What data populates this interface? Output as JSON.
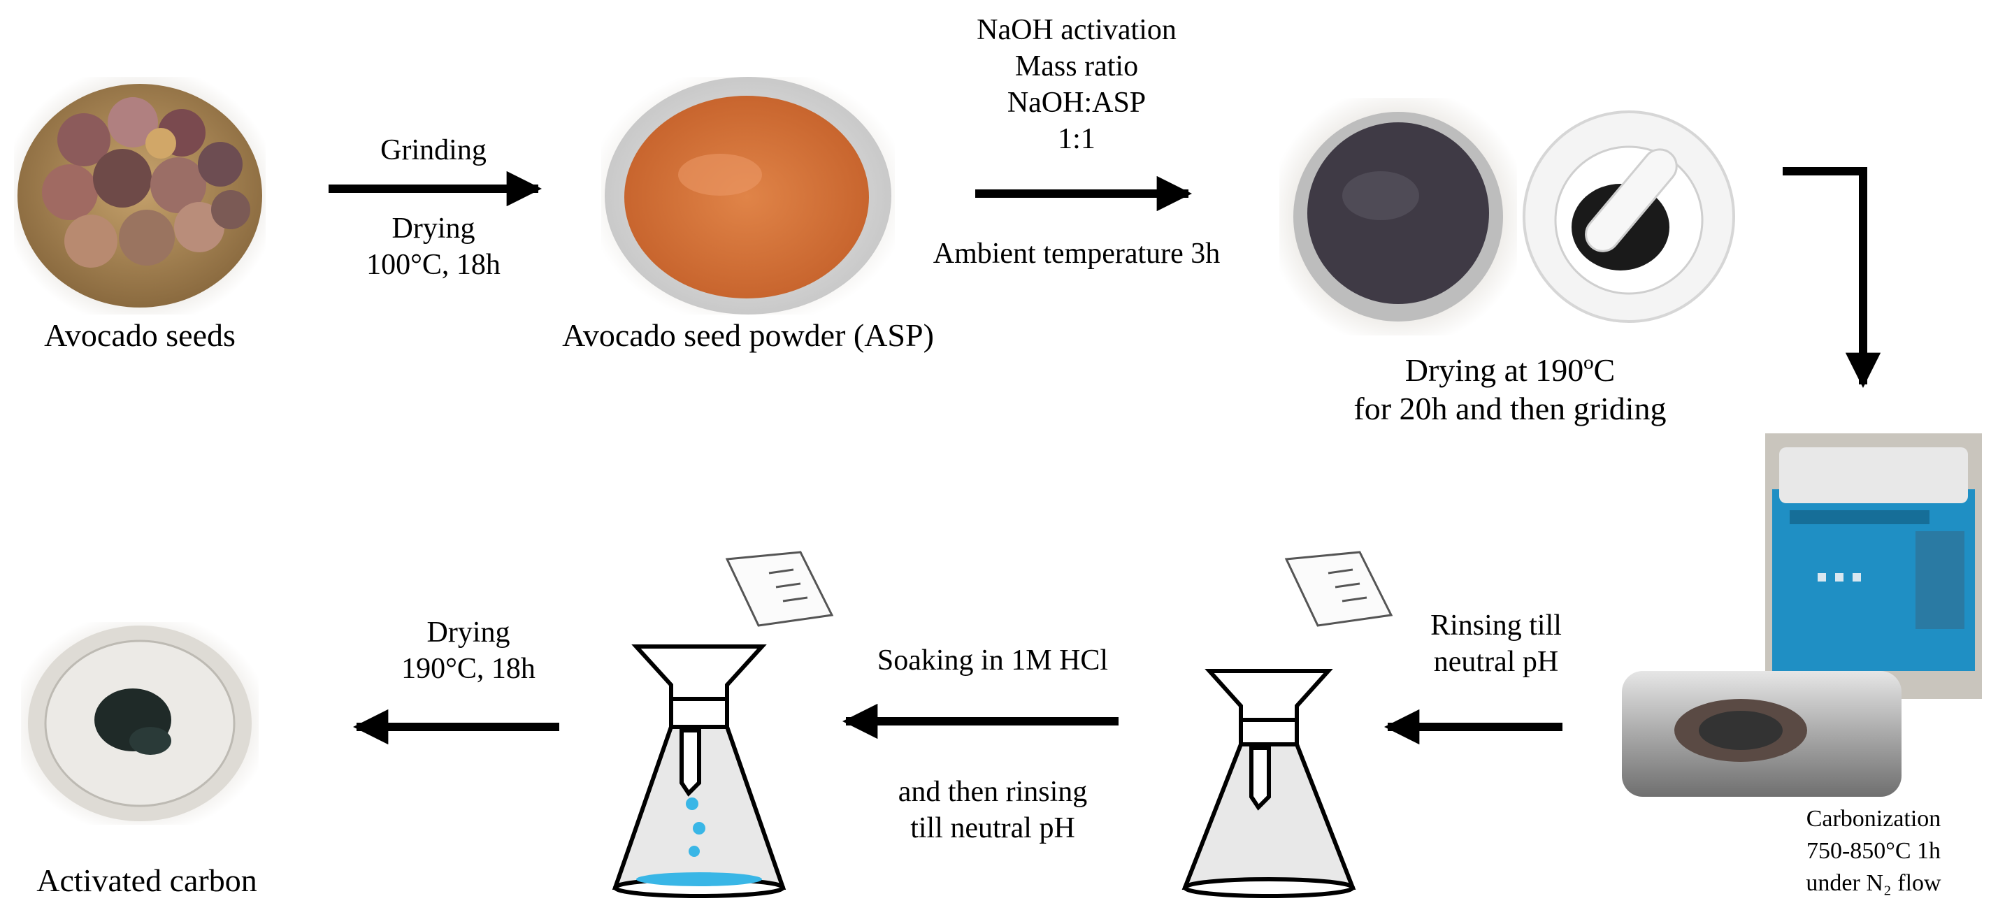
{
  "title": "",
  "stages": {
    "avocado_seeds": "Avocado  seeds",
    "asp": "Avocado  seed  powder  (ASP)",
    "drying_grinding": [
      "Drying  at  190ºC",
      "for  20h  and  then  griding"
    ],
    "carbonization": [
      "Carbonization",
      "750-850°C  1h",
      "under  N₂  flow"
    ],
    "activated_carbon": "Activated  carbon"
  },
  "steps": {
    "step1": [
      "Grinding",
      "Drying",
      "100°C,  18h"
    ],
    "step2": [
      "NaOH  activation",
      "Mass  ratio",
      "NaOH:ASP",
      "1:1",
      "Ambient  temperature  3h"
    ],
    "step4": [
      "Rinsing  till",
      "neutral  pH"
    ],
    "step5": [
      "Soaking  in  1M  HCl",
      "and  then  rinsing",
      "till  neutral  pH"
    ],
    "step6": [
      "Drying",
      "190°C,  18h"
    ]
  },
  "colors": {
    "arrow": "#000000",
    "asp_powder": "#d9743a",
    "furnace_blue": "#1f8fc4",
    "filtrate_blue": "#39b6e6"
  }
}
